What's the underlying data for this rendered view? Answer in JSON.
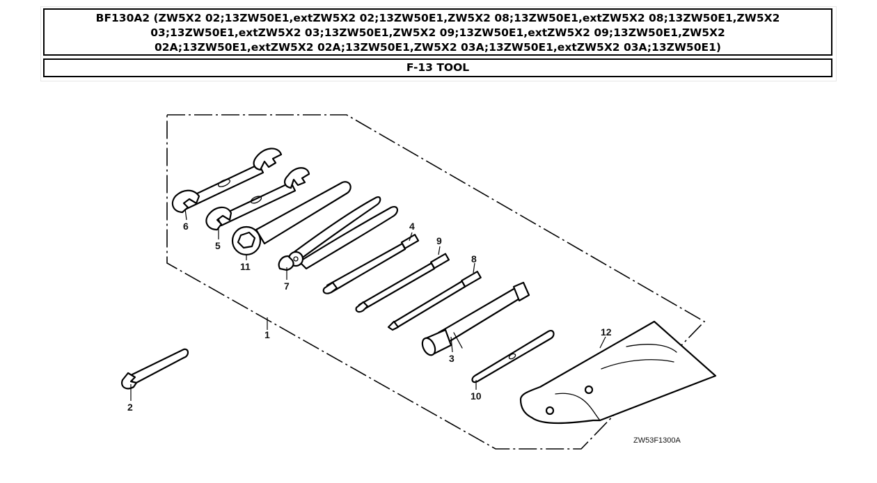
{
  "header": {
    "model_line_1": "BF130A2 (ZW5X2 02;13ZW50E1,extZW5X2 02;13ZW50E1,ZW5X2 08;13ZW50E1,extZW5X2 08;13ZW50E1,ZW5X2",
    "model_line_2": "03;13ZW50E1,extZW5X2 03;13ZW50E1,ZW5X2 09;13ZW50E1,extZW5X2 09;13ZW50E1,ZW5X2",
    "model_line_3": "02A;13ZW50E1,extZW5X2 02A;13ZW50E1,ZW5X2 03A;13ZW50E1,extZW5X2 03A;13ZW50E1)",
    "section_title": "F-13 TOOL"
  },
  "diagram": {
    "callouts": [
      "1",
      "2",
      "3",
      "4",
      "5",
      "6",
      "7",
      "8",
      "9",
      "10",
      "11",
      "12"
    ],
    "image_code": "ZW53F1300A"
  }
}
